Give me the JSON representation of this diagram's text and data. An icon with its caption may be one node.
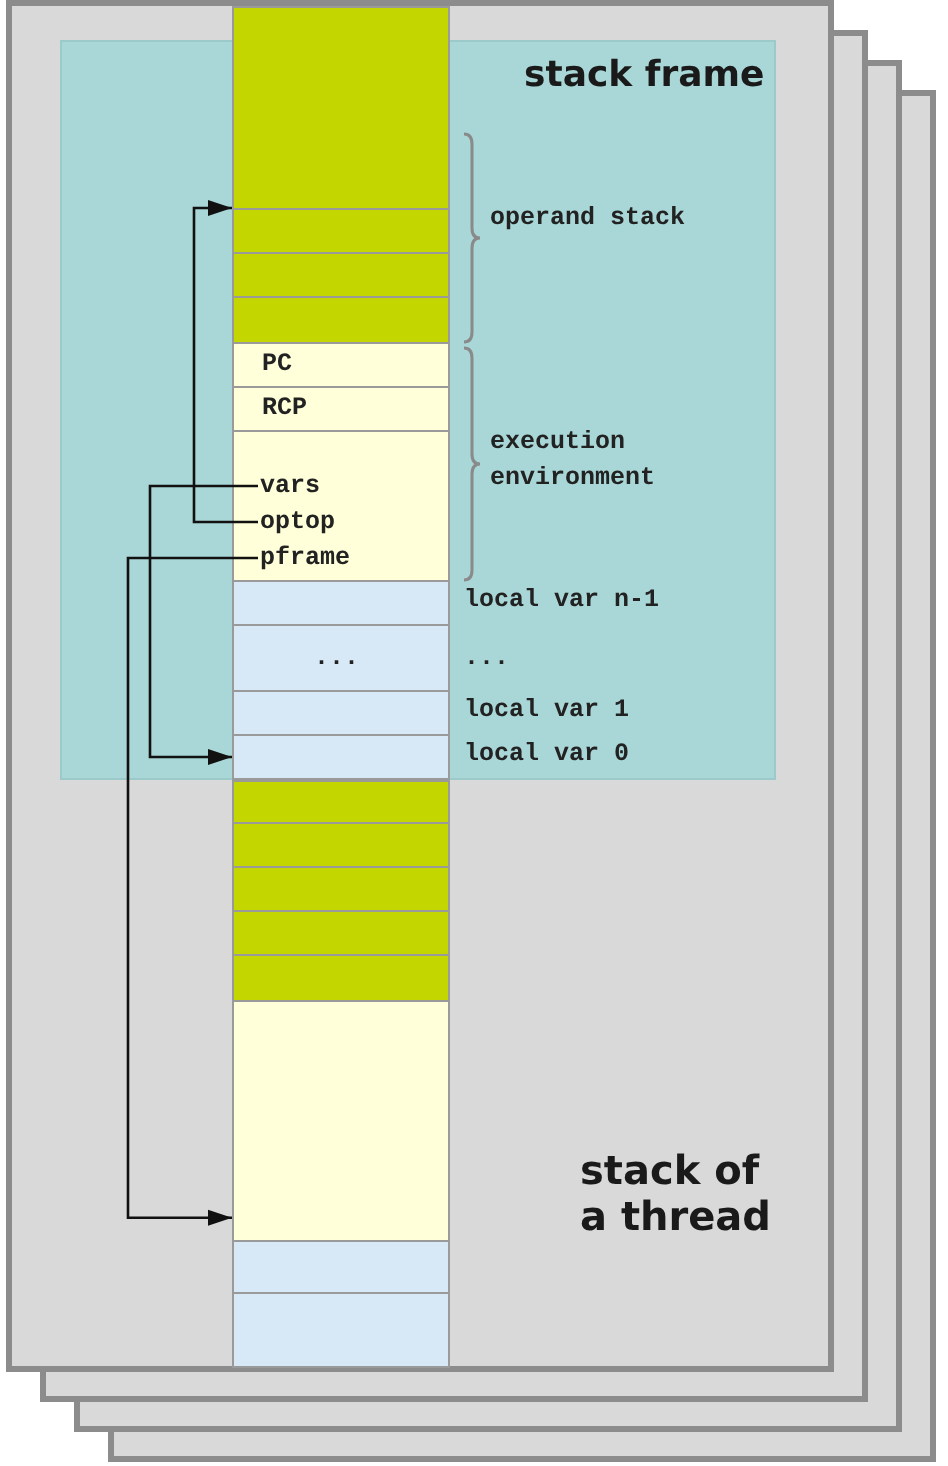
{
  "diagram": {
    "nodes": [
      {
        "text": [
          "stack of a thread"
        ]
      },
      {
        "text": [
          "stack frame"
        ],
        "in": 0
      },
      {
        "text": [],
        "shape": "box",
        "in": 0
      },
      {
        "text": [],
        "shape": "box",
        "in": 1
      },
      {
        "text": [],
        "shape": "box",
        "in": 1
      },
      {
        "text": [],
        "shape": "box",
        "in": 1
      },
      {
        "text": [
          "PC"
        ],
        "in": 1
      },
      {
        "text": [
          "RCP"
        ],
        "in": 1
      },
      {
        "text": [],
        "shape": "box",
        "in": 1
      },
      {
        "text": [
          "vars"
        ],
        "in": 8
      },
      {
        "text": [
          "optop"
        ],
        "in": 8
      },
      {
        "text": [
          "pframe"
        ],
        "in": 8
      },
      {
        "text": [],
        "shape": "box",
        "in": 1,
        "beside": [
          "local var n-1"
        ]
      },
      {
        "text": [
          "..."
        ],
        "in": 1,
        "beside": [
          "..."
        ]
      },
      {
        "text": [],
        "shape": "box",
        "in": 1,
        "beside": [
          "local var 1"
        ]
      },
      {
        "text": [],
        "shape": "box",
        "in": 1,
        "beside": [
          "local var 0"
        ]
      },
      {
        "text": [],
        "shape": "box",
        "in": 0
      },
      {
        "text": [],
        "shape": "box",
        "in": 0
      },
      {
        "text": [],
        "shape": "box",
        "in": 0
      },
      {
        "text": [],
        "shape": "box",
        "in": 0
      },
      {
        "text": [],
        "shape": "box",
        "in": 0
      },
      {
        "text": [],
        "shape": "box",
        "in": 0
      },
      {
        "text": [],
        "shape": "box",
        "in": 0
      },
      {
        "text": [],
        "shape": "box",
        "in": 0
      }
    ],
    "edges": [
      {
        "from": 10,
        "to": 3,
        "arrow": "to"
      },
      {
        "from": 9,
        "to": 15,
        "arrow": "to"
      },
      {
        "from": 11,
        "to": 21,
        "arrow": "to"
      }
    ],
    "labels": [
      "operand stack",
      "execution environment"
    ]
  }
}
